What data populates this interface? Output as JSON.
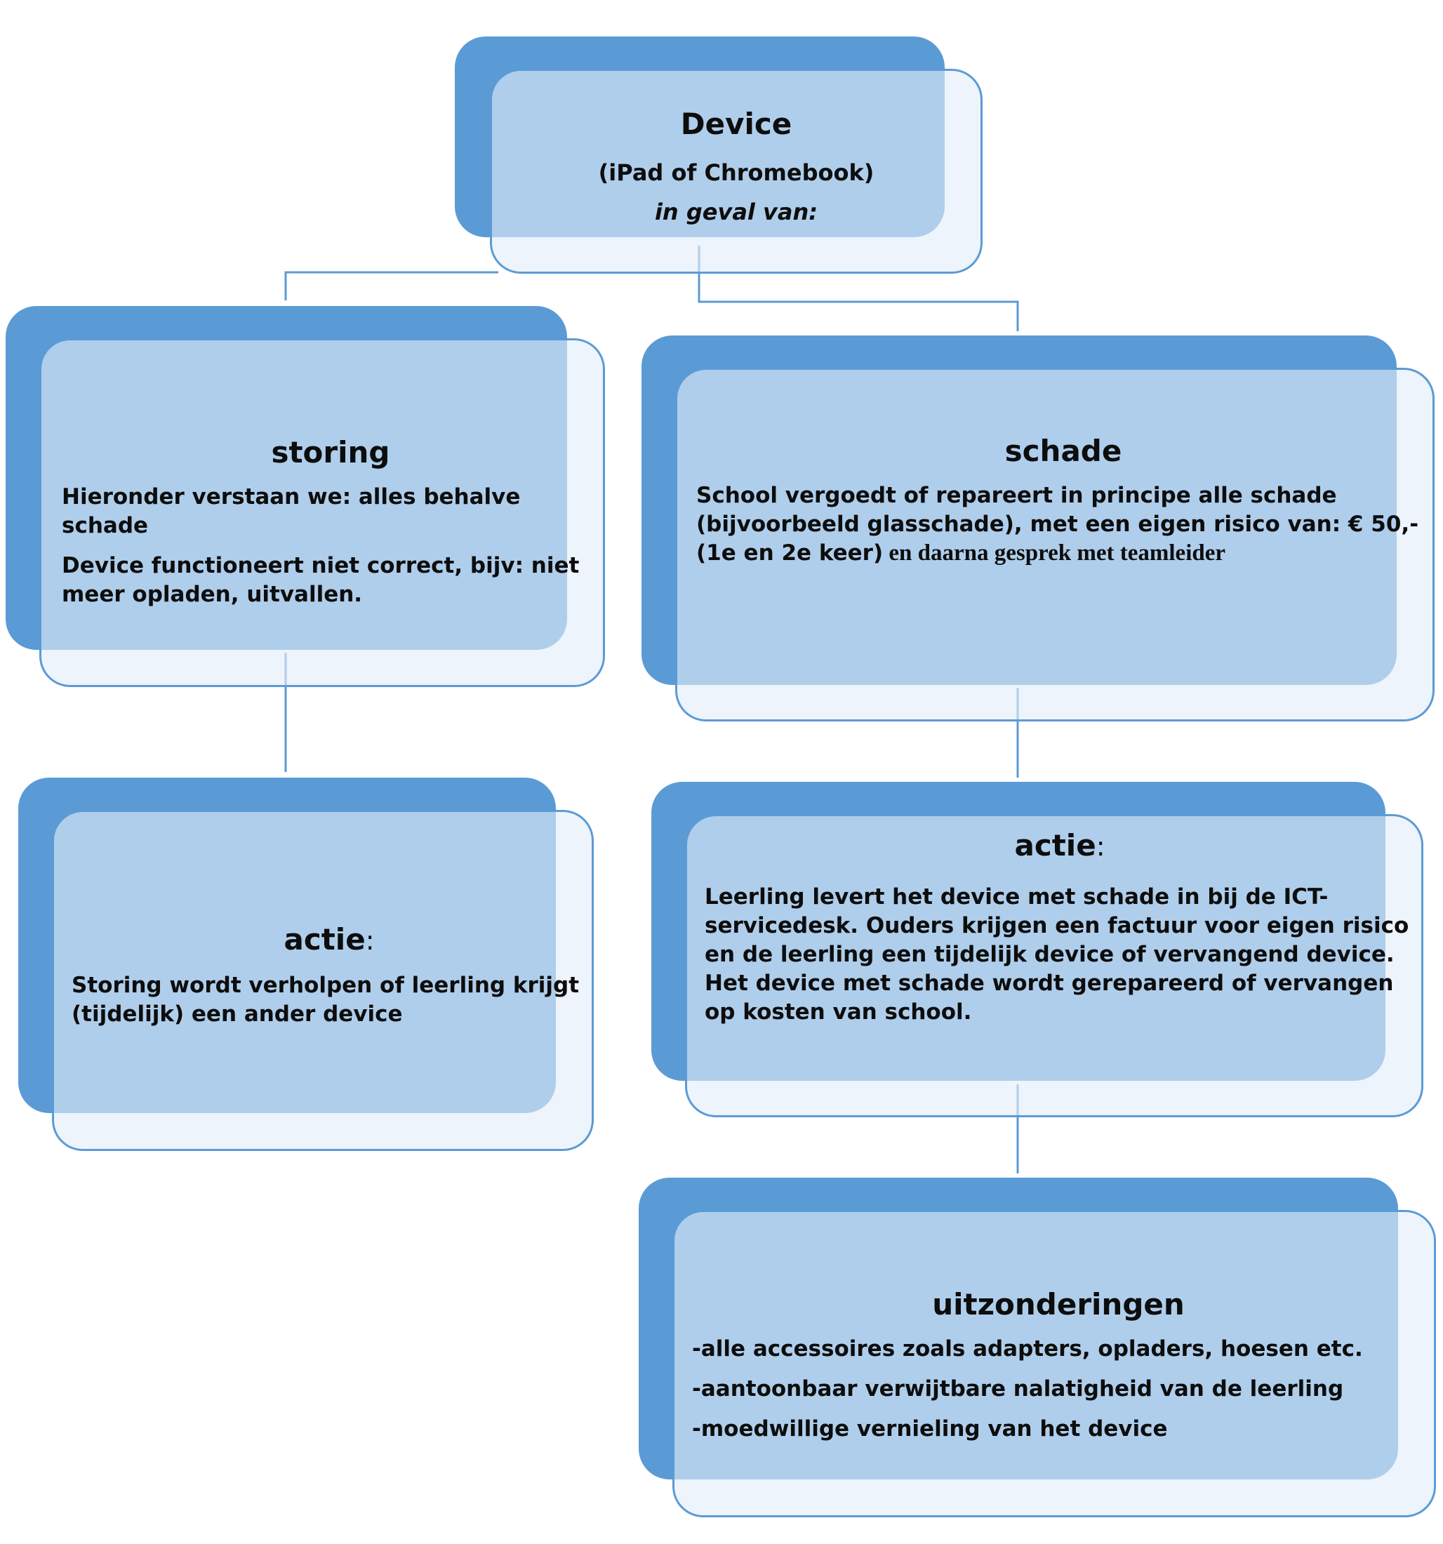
{
  "diagram": {
    "nodes": {
      "device": {
        "title": "Device",
        "subtitle": "(iPad of Chromebook)",
        "note": "in geval van:"
      },
      "storing": {
        "title": "storing",
        "lines": [
          "Hieronder verstaan we: alles behalve schade",
          "Device functioneert niet correct, bijv: niet meer opladen, uitvallen."
        ]
      },
      "schade": {
        "title": "schade",
        "text_part1": "School vergoedt of repareert in principe alle schade (bijvoorbeeld glasschade), met een eigen risico van: € 50,- (1e en 2e keer)",
        "text_part2": " en daarna gesprek met teamleider"
      },
      "actie_storing": {
        "title": "actie",
        "colon": ":",
        "text": "Storing wordt verholpen of leerling krijgt (tijdelijk) een ander device"
      },
      "actie_schade": {
        "title": "actie",
        "colon": ":",
        "lines": [
          "Leerling levert het device met schade in bij de ICT-servicedesk. Ouders krijgen een factuur voor eigen risico en de leerling een tijdelijk device of vervangend device.",
          "Het device met schade wordt gerepareerd of vervangen op kosten van school."
        ]
      },
      "uitzonderingen": {
        "title": "uitzonderingen",
        "lines": [
          "-alle accessoires  zoals adapters, opladers, hoesen etc.",
          "-aantoonbaar verwijtbare nalatigheid van de leerling",
          "-moedwillige vernieling van het device"
        ]
      }
    },
    "colors": {
      "accent": "#5b9bd5",
      "box_fill": "#eef3fa",
      "text": "#0d0d0d"
    }
  }
}
